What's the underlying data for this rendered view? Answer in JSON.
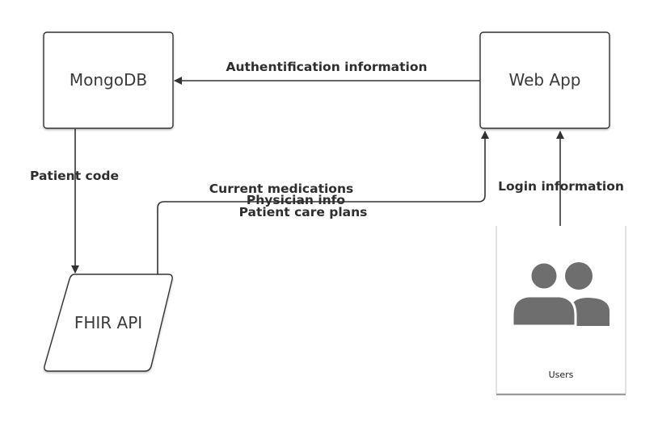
{
  "nodes": {
    "mongodb": {
      "label": "MongoDB"
    },
    "webapp": {
      "label": "Web App"
    },
    "fhir": {
      "label": "FHIR API"
    },
    "users": {
      "label": "Users",
      "icon": "users-icon"
    }
  },
  "edges": {
    "auth": {
      "label": "Authentification information"
    },
    "patient_code": {
      "label": "Patient code"
    },
    "fhir_data": {
      "lines": [
        "Current medications",
        "Physician info",
        "Patient care plans"
      ]
    },
    "login": {
      "label": "Login information"
    }
  },
  "colors": {
    "stroke": "#333333",
    "icon": "#6e6e6e",
    "node_fill": "#ffffff"
  }
}
